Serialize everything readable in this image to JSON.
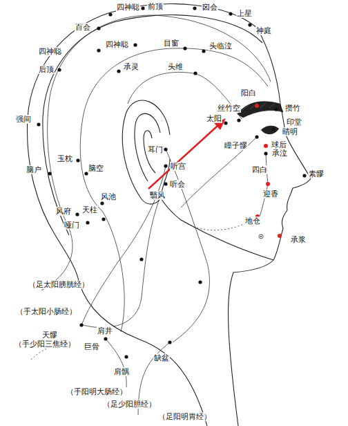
{
  "diagram": {
    "labels": [
      "四神聪",
      "前顶",
      "囟会",
      "上星",
      "神庭",
      "百会",
      "四神聪",
      "目窗",
      "头临泣",
      "四神聪",
      "承灵",
      "头维",
      "后顶",
      "阳白",
      "攒竹",
      "丝竹空",
      "印堂",
      "睛明",
      "太阳",
      "球后",
      "强间",
      "瞳子髎",
      "承泣",
      "耳门",
      "玉枕",
      "听宫",
      "四白",
      "素髎",
      "脑户",
      "脑空",
      "听会",
      "翳风",
      "迎香",
      "风池",
      "天柱",
      "风府",
      "地仓",
      "哑门",
      "承浆",
      "（足太阳膀胱经）",
      "（手太阳小肠经）",
      "天髎",
      "肩井",
      "（手少阳三焦经）",
      "巨骨",
      "肩髃",
      "缺盆",
      "（手阳明大肠经）",
      "（足少阳胆经）",
      "（足阳明胃经）"
    ]
  }
}
